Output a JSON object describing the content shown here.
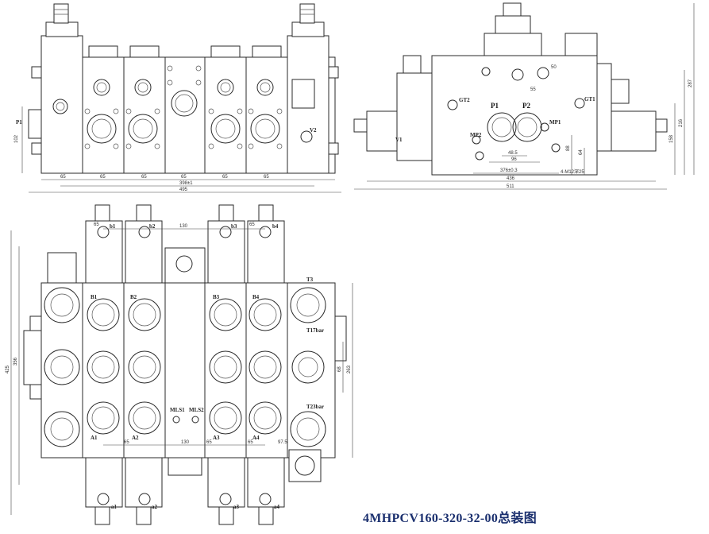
{
  "title": "4MHPCV160-320-32-00总装图",
  "front_view": {
    "ports": [
      "P1",
      "V2"
    ],
    "dims": {
      "d_102": "102",
      "d_65a": "65",
      "d_65b": "65",
      "d_65c": "65",
      "d_65d": "65",
      "d_65e": "65",
      "d_65f": "65",
      "d_398": "398±1",
      "d_495": "495"
    }
  },
  "side_view": {
    "ports": [
      "GT2",
      "GT1",
      "P1",
      "P2",
      "MP1",
      "MP2",
      "V1"
    ],
    "dims": {
      "d_55": "55",
      "d_50": "50",
      "d_48": "48.5",
      "d_96": "96",
      "d_376": "376±0.3",
      "d_436": "436",
      "d_511": "511",
      "d_64": "64",
      "d_88": "88",
      "d_158": "158",
      "d_216": "216",
      "d_287": "287",
      "d_m12": "4-M12深25"
    }
  },
  "top_view": {
    "ports_top": [
      "b1",
      "b2",
      "b3",
      "b4"
    ],
    "ports_bottom": [
      "a1",
      "a2",
      "a3",
      "a4"
    ],
    "ports_B": [
      "B1",
      "B2",
      "B3",
      "B4"
    ],
    "ports_A": [
      "A1",
      "A2",
      "A3",
      "A4"
    ],
    "ports_misc": [
      "T3",
      "T17bar",
      "T23bar",
      "MLS1",
      "MLS2"
    ],
    "dims": {
      "d_130a": "130",
      "d_130b": "130",
      "d_65a": "65",
      "d_65b": "65",
      "d_65c": "65",
      "d_65d": "65",
      "d_65e": "65",
      "d_975": "97.5",
      "d_425": "425",
      "d_356": "356",
      "d_263": "263",
      "d_68": "68"
    }
  }
}
